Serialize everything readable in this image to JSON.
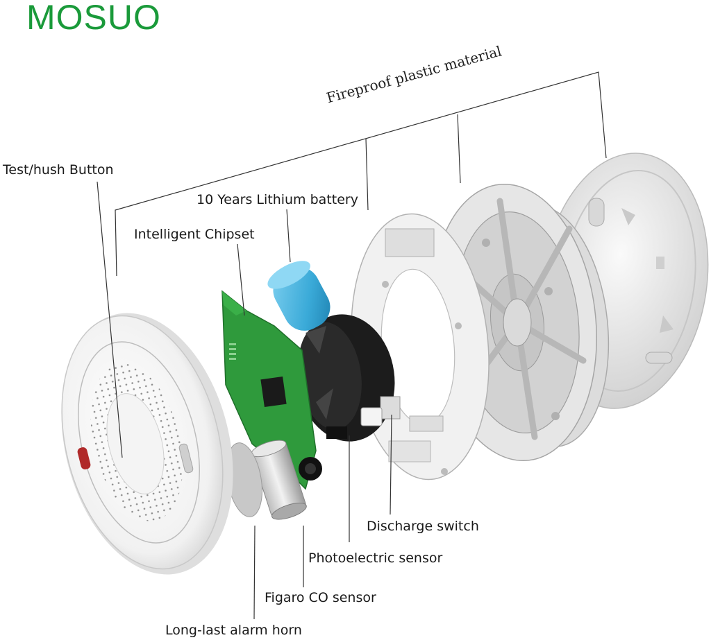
{
  "brand": {
    "name": "MOSUO",
    "color": "#1a9a3a"
  },
  "bracket": {
    "label": "Fireproof plastic material"
  },
  "labels": {
    "test_hush_button": "Test/hush Button",
    "lithium_battery": "10 Years Lithium battery",
    "chipset": "Intelligent Chipset",
    "discharge_switch": "Discharge switch",
    "photoelectric_sensor": "Photoelectric sensor",
    "co_sensor": "Figaro CO sensor",
    "alarm_horn": "Long-last alarm horn"
  },
  "colors": {
    "pcb": "#2f9a3c",
    "battery": "#3aaad8",
    "sensor_body": "#1a1a1a",
    "housing": "#ececec",
    "leader_line": "#333333"
  }
}
